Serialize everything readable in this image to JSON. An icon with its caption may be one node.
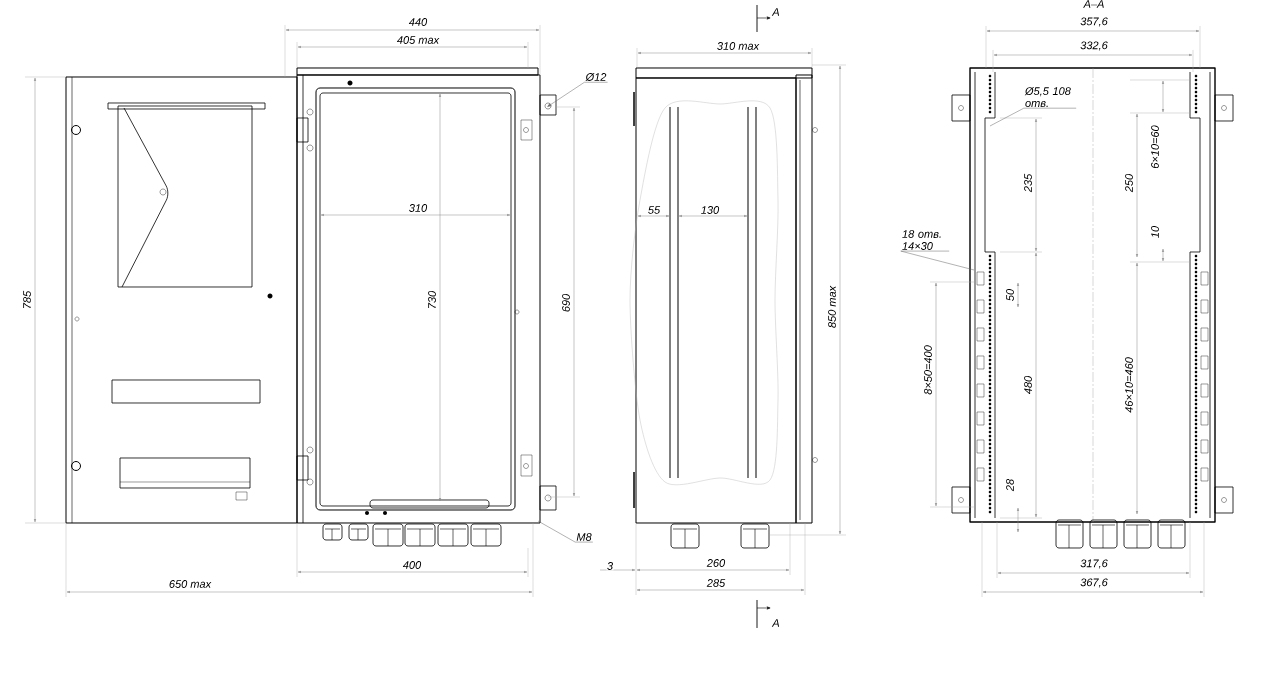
{
  "diagram": {
    "nodes": [
      {
        "text": [
          "Ø12"
        ]
      },
      {
        "text": [
          "M8"
        ]
      },
      {
        "text": [
          "Ø5,5 108 отв."
        ]
      },
      {
        "text": [
          "18 отв. 14×30"
        ]
      }
    ],
    "edges": [
      {
        "from": 0,
        "to": null,
        "arrow": "to"
      },
      {
        "from": 1,
        "to": null,
        "arrow": "none"
      },
      {
        "from": 2,
        "to": null,
        "arrow": "none"
      },
      {
        "from": 3,
        "to": null,
        "arrow": "none"
      }
    ],
    "labels": [
      "440",
      "405 max",
      "310",
      "785",
      "730",
      "690",
      "400",
      "650 max",
      "А",
      "310 max",
      "55",
      "130",
      "850 max",
      "3",
      "260",
      "285",
      "А",
      "А–А",
      "357,6",
      "332,6",
      "235",
      "250",
      "6×10=60",
      "10",
      "50",
      "8×50=400",
      "480",
      "46×10=460",
      "28",
      "317,6",
      "367,6"
    ]
  }
}
